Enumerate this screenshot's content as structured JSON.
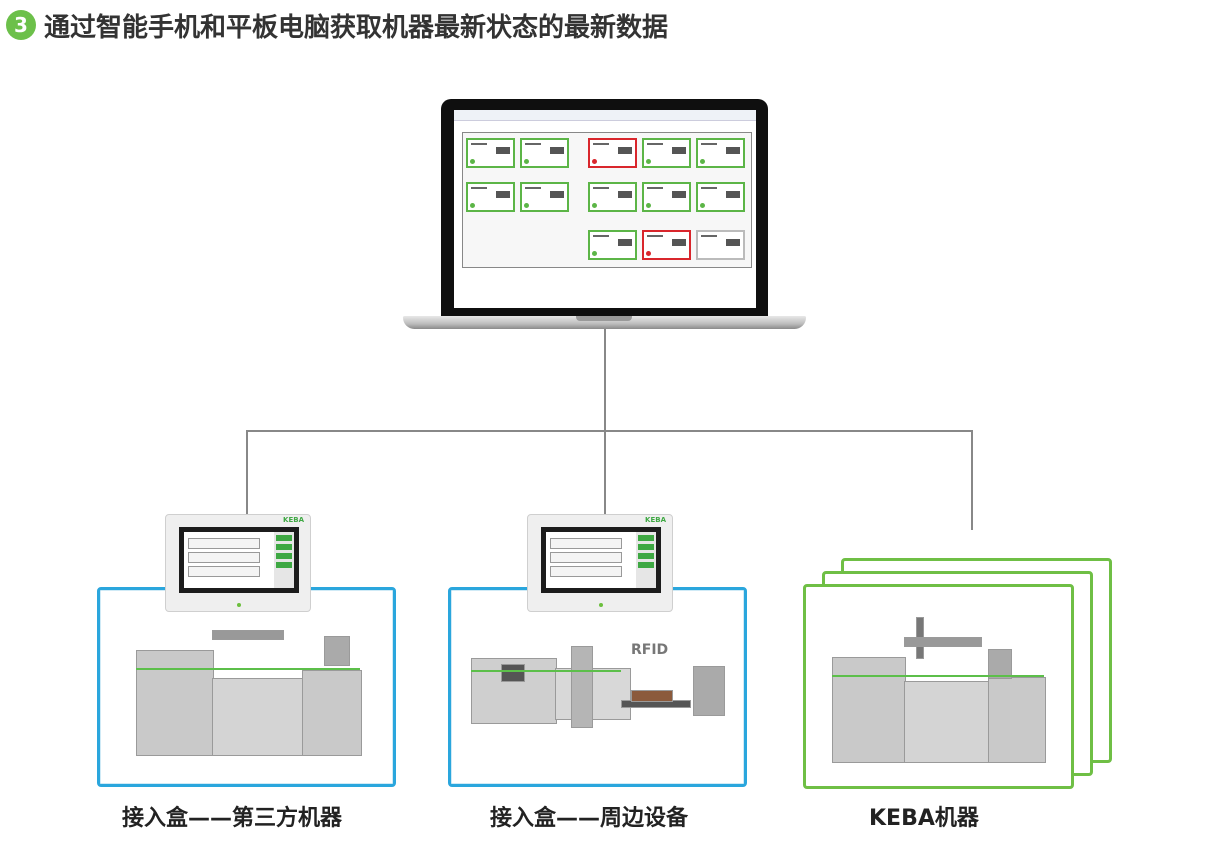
{
  "header": {
    "step_number": "3",
    "title": "通过智能手机和平板电脑获取机器最新状态的最新数据"
  },
  "colors": {
    "accent_green": "#6cc04a",
    "alarm_red": "#d9262c",
    "panel_blue": "#2aa6dd",
    "panel_green": "#6fbf45"
  },
  "hmi": {
    "logo": "KEBA"
  },
  "diagram": {
    "rfid_label": "RFID",
    "nodes": [
      {
        "caption": "接入盒——第三方机器"
      },
      {
        "caption": "接入盒——周边设备"
      },
      {
        "caption": "KEBA机器"
      }
    ]
  }
}
